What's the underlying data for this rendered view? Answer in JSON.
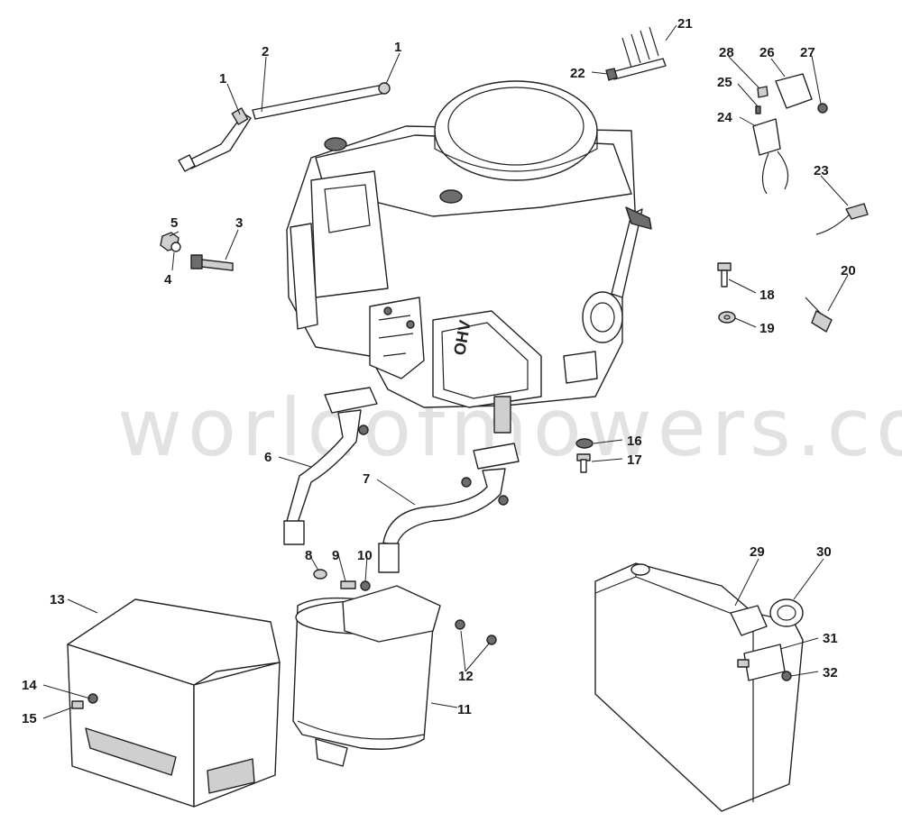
{
  "watermark": "worldofmowers.co.uk",
  "engine_badge": "OHV",
  "callouts": [
    {
      "id": "c1a",
      "label": "1"
    },
    {
      "id": "c1b",
      "label": "1"
    },
    {
      "id": "c2",
      "label": "2"
    },
    {
      "id": "c3",
      "label": "3"
    },
    {
      "id": "c4",
      "label": "4"
    },
    {
      "id": "c5",
      "label": "5"
    },
    {
      "id": "c6",
      "label": "6"
    },
    {
      "id": "c7",
      "label": "7"
    },
    {
      "id": "c8",
      "label": "8"
    },
    {
      "id": "c9",
      "label": "9"
    },
    {
      "id": "c10",
      "label": "10"
    },
    {
      "id": "c11",
      "label": "11"
    },
    {
      "id": "c12",
      "label": "12"
    },
    {
      "id": "c13",
      "label": "13"
    },
    {
      "id": "c14",
      "label": "14"
    },
    {
      "id": "c15",
      "label": "15"
    },
    {
      "id": "c16",
      "label": "16"
    },
    {
      "id": "c17",
      "label": "17"
    },
    {
      "id": "c18",
      "label": "18"
    },
    {
      "id": "c19",
      "label": "19"
    },
    {
      "id": "c20",
      "label": "20"
    },
    {
      "id": "c21",
      "label": "21"
    },
    {
      "id": "c22",
      "label": "22"
    },
    {
      "id": "c23",
      "label": "23"
    },
    {
      "id": "c24",
      "label": "24"
    },
    {
      "id": "c25",
      "label": "25"
    },
    {
      "id": "c26",
      "label": "26"
    },
    {
      "id": "c27",
      "label": "27"
    },
    {
      "id": "c28",
      "label": "28"
    },
    {
      "id": "c29",
      "label": "29"
    },
    {
      "id": "c30",
      "label": "30"
    },
    {
      "id": "c31",
      "label": "31"
    },
    {
      "id": "c32",
      "label": "32"
    }
  ]
}
